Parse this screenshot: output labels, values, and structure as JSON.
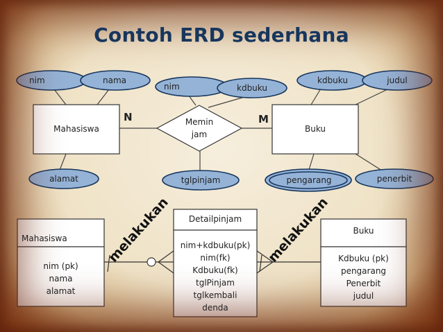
{
  "title": "Contoh ERD sederhana",
  "top_diagram": {
    "entities": {
      "mahasiswa": "Mahasiswa",
      "buku": "Buku"
    },
    "relationship": [
      "Memin",
      "jam"
    ],
    "cardinality": {
      "left": "N",
      "right": "M"
    },
    "attributes": {
      "mhs_nim": "nim",
      "mhs_nama": "nama",
      "mhs_alamat": "alamat",
      "rel_nim": "nim",
      "rel_kdbuku": "kdbuku",
      "rel_tglpinjam": "tglpinjam",
      "buku_kdbuku": "kdbuku",
      "buku_judul": "judul",
      "buku_pengarang": "pengarang",
      "buku_penerbit": "penerbit"
    }
  },
  "bottom_diagram": {
    "mahasiswa": {
      "title": "Mahasiswa",
      "fields": [
        "nim (pk)",
        "nama",
        "alamat"
      ]
    },
    "detailpinjam": {
      "title": "Detailpinjam",
      "fields": [
        "nim+kdbuku(pk)",
        "nim(fk)",
        "Kdbuku(fk)",
        "tglPinjam",
        "tglkembali",
        "denda"
      ]
    },
    "buku": {
      "title": "Buku",
      "fields": [
        "Kdbuku (pk)",
        "pengarang",
        "Penerbit",
        "judul"
      ]
    },
    "relation_left": "melakukan",
    "relation_right": "melakukan"
  },
  "colors": {
    "title": "#17365d",
    "ellipse_fill": "#95b3d7",
    "ellipse_stroke": "#17365d",
    "box_fill": "#ffffff",
    "line": "#333333"
  }
}
